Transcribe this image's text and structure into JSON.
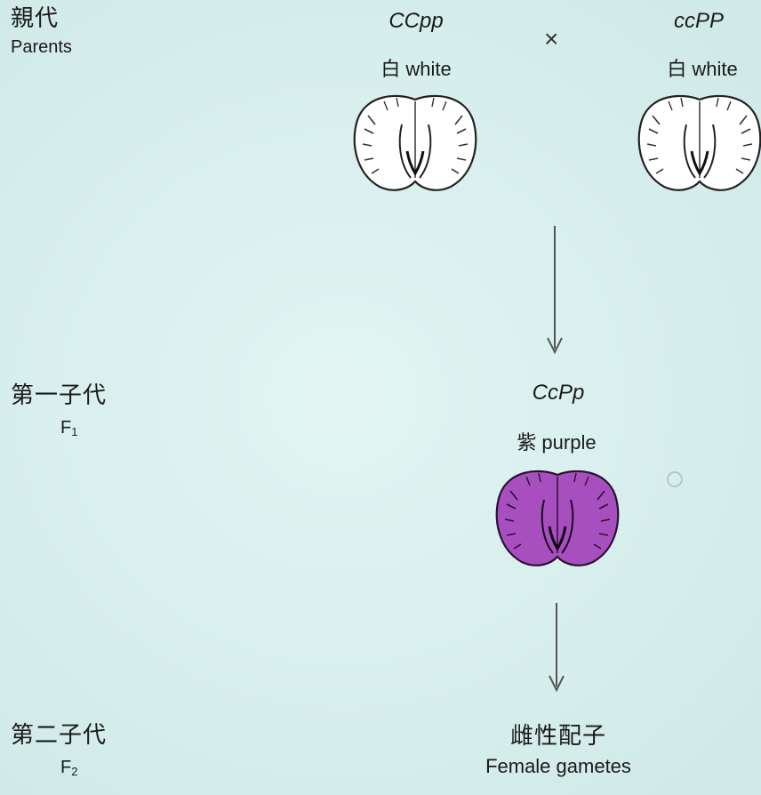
{
  "generations": {
    "parents": {
      "cn": "親代",
      "en": "Parents"
    },
    "f1": {
      "cn": "第一子代",
      "en": "F",
      "sub": "1"
    },
    "f2": {
      "cn": "第二子代",
      "en": "F",
      "sub": "2"
    }
  },
  "parent_left": {
    "genotype": "CCpp",
    "phenotype_cn": "白",
    "phenotype_en": "white",
    "color": "#ffffff"
  },
  "parent_right": {
    "genotype": "ccPP",
    "phenotype_cn": "白",
    "phenotype_en": "white",
    "color": "#ffffff"
  },
  "cross_symbol": "×",
  "f1_offspring": {
    "genotype": "CcPp",
    "phenotype_cn": "紫",
    "phenotype_en": "purple",
    "color": "#a84fc0"
  },
  "gametes": {
    "cn": "雌性配子",
    "en": "Female gametes"
  }
}
